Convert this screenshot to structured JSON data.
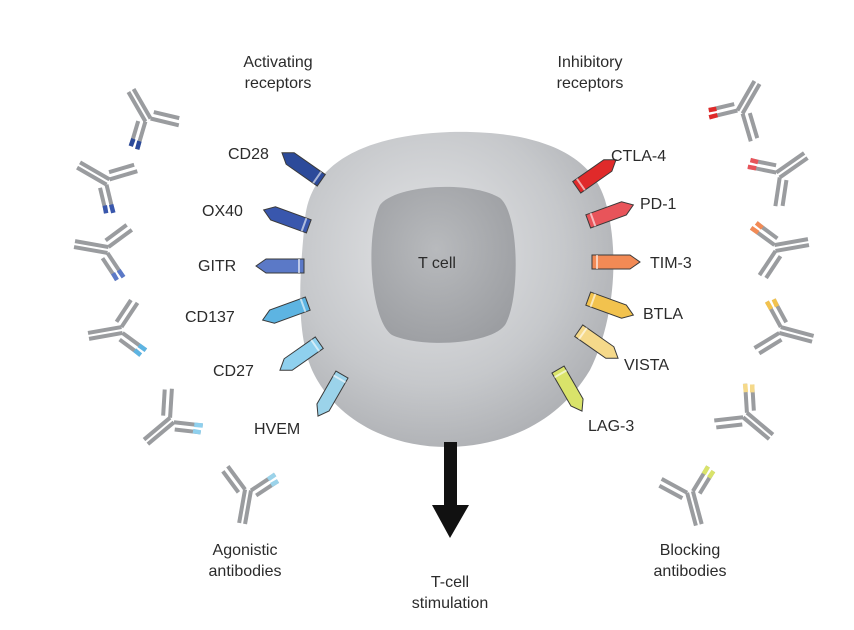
{
  "headings": {
    "activating": [
      "Activating",
      "receptors"
    ],
    "inhibitory": [
      "Inhibitory",
      "receptors"
    ],
    "agonistic": [
      "Agonistic",
      "antibodies"
    ],
    "blocking": [
      "Blocking",
      "antibodies"
    ],
    "stimulation": [
      "T-cell",
      "stimulation"
    ]
  },
  "cell": {
    "label": "T cell",
    "color": "#c4c6ca"
  },
  "activating_receptors": [
    {
      "name": "CD28",
      "color": "#2c4a9a"
    },
    {
      "name": "OX40",
      "color": "#3957ad"
    },
    {
      "name": "GITR",
      "color": "#5b79c7"
    },
    {
      "name": "CD137",
      "color": "#5db4e2"
    },
    {
      "name": "CD27",
      "color": "#8fd0ee"
    },
    {
      "name": "HVEM",
      "color": "#9bd3ea"
    }
  ],
  "inhibitory_receptors": [
    {
      "name": "CTLA-4",
      "color": "#e02a2a"
    },
    {
      "name": "PD-1",
      "color": "#e8545a"
    },
    {
      "name": "TIM-3",
      "color": "#f28a55"
    },
    {
      "name": "BTLA",
      "color": "#f2c24e"
    },
    {
      "name": "VISTA",
      "color": "#f5d98a"
    },
    {
      "name": "LAG-3",
      "color": "#d9e36a"
    }
  ],
  "antibody_color": "#9a9c9f"
}
